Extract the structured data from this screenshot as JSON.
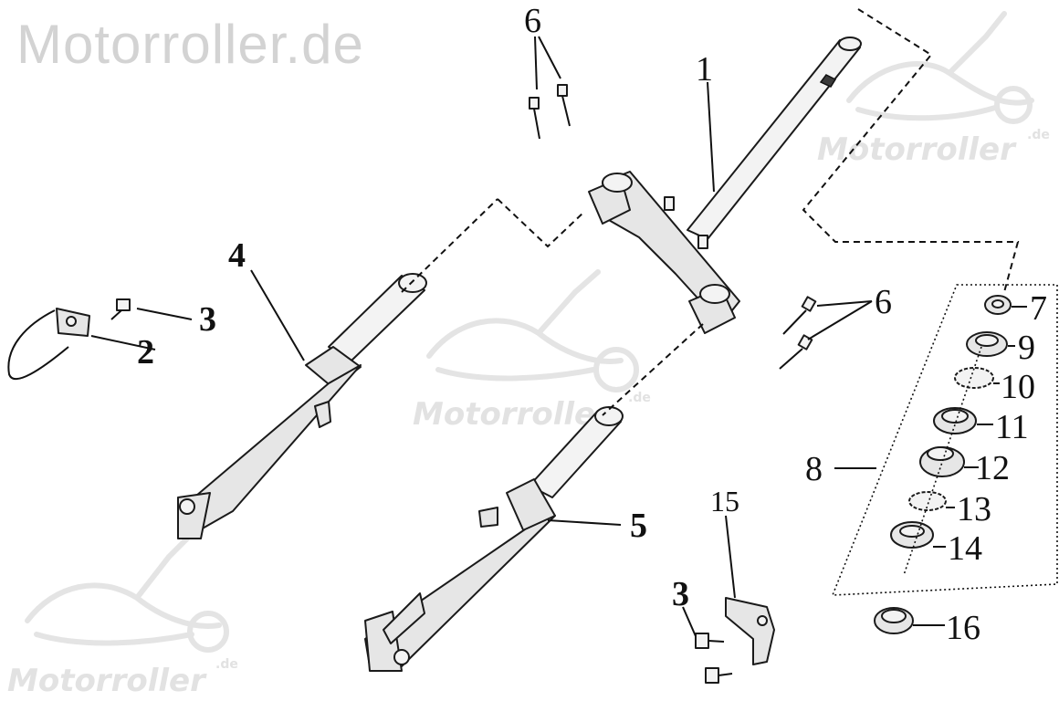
{
  "brand": {
    "title": "Motorroller.de"
  },
  "watermark": {
    "text": "Motorroller",
    "suffix": ".de"
  },
  "callouts": {
    "c1": "1",
    "c2": "2",
    "c3a": "3",
    "c3b": "3",
    "c4": "4",
    "c5": "5",
    "c6a": "6",
    "c6b": "6",
    "c7": "7",
    "c8": "8",
    "c9": "9",
    "c10": "10",
    "c11": "11",
    "c12": "12",
    "c13": "13",
    "c14": "14",
    "c15": "15",
    "c16": "16"
  }
}
